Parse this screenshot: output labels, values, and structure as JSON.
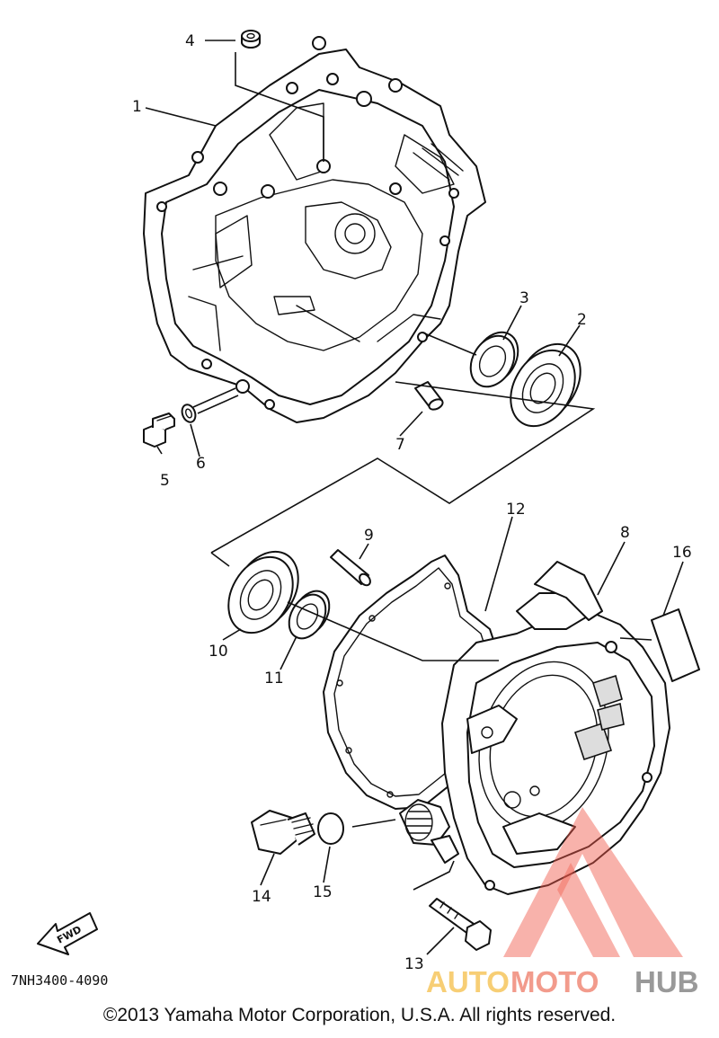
{
  "diagram": {
    "part_numbers": [
      "1",
      "2",
      "3",
      "4",
      "5",
      "6",
      "7",
      "8",
      "9",
      "10",
      "11",
      "12",
      "13",
      "14",
      "15",
      "16"
    ],
    "drawing_code": "7NH3400-4090",
    "fwd_label": "FWD",
    "copyright": "©2013 Yamaha Motor Corporation, U.S.A. All rights reserved."
  },
  "watermark": {
    "part1": "AUTO",
    "part2": "MOTO",
    "part3": "HUB",
    "colors": {
      "auto": "#f6c65e",
      "moto": "#f08a78",
      "hub": "#888888",
      "triangle": "#f05a4a"
    }
  }
}
